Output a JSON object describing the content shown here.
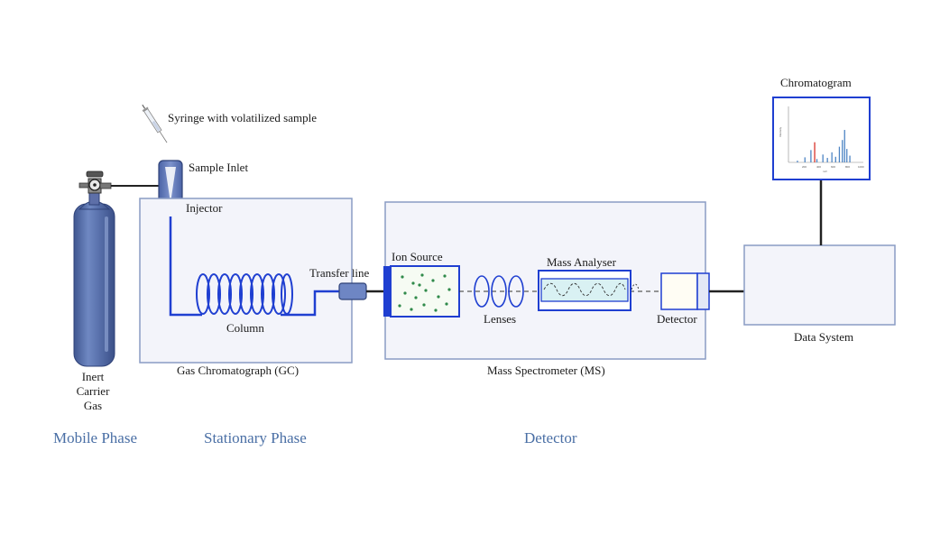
{
  "labels": {
    "syringe": "Syringe with volatilized sample",
    "sample_inlet": "Sample Inlet",
    "injector": "Injector",
    "column": "Column",
    "transfer_line": "Transfer line",
    "gc": "Gas Chromatograph (GC)",
    "ion_source": "Ion Source",
    "lenses": "Lenses",
    "mass_analyser": "Mass Analyser",
    "detector_unit": "Detector",
    "ms": "Mass Spectrometer (MS)",
    "chromatogram": "Chromatogram",
    "data_system": "Data System",
    "gas_line1": "Inert",
    "gas_line2": "Carrier",
    "gas_line3": "Gas"
  },
  "phases": {
    "mobile": "Mobile Phase",
    "stationary": "Stationary Phase",
    "detector": "Detector"
  },
  "colors": {
    "box_border": "#8a9cc4",
    "box_fill": "#f3f4fa",
    "tube_blue": "#1f3fd1",
    "phase_text": "#4a6fa5",
    "cylinder": "#5b74ad",
    "peak_blue": "#4c84c4",
    "peak_red": "#d9342b"
  },
  "chromatogram_peaks": {
    "blue": [
      [
        12,
        3
      ],
      [
        22,
        9
      ],
      [
        30,
        22
      ],
      [
        38,
        6
      ],
      [
        46,
        14
      ],
      [
        52,
        8
      ],
      [
        58,
        18
      ],
      [
        63,
        10
      ],
      [
        68,
        28
      ],
      [
        72,
        40
      ],
      [
        75,
        58
      ],
      [
        78,
        24
      ],
      [
        82,
        12
      ]
    ],
    "red": [
      [
        35,
        36
      ]
    ]
  }
}
